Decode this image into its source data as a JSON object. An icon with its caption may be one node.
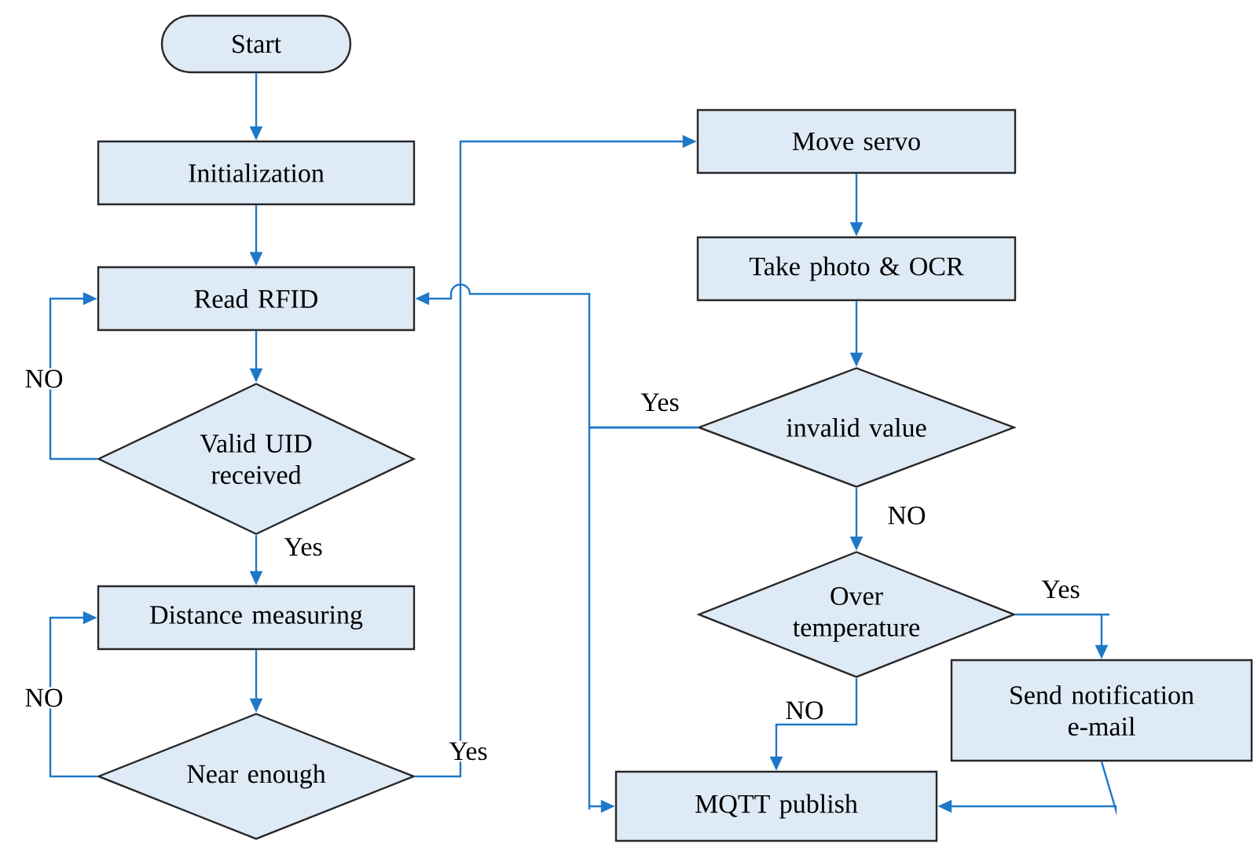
{
  "diagram": {
    "nodes": [
      {
        "text": [
          "Start"
        ]
      },
      {
        "text": [
          "Initialization"
        ]
      },
      {
        "text": [
          "Read RFID"
        ]
      },
      {
        "text": [
          "Valid UID received"
        ]
      },
      {
        "text": [
          "Distance measuring"
        ]
      },
      {
        "text": [
          "Near enough"
        ]
      },
      {
        "text": [
          "Move servo"
        ]
      },
      {
        "text": [
          "Take photo & OCR"
        ]
      },
      {
        "text": [
          "invalid value"
        ]
      },
      {
        "text": [
          "Over temperature"
        ]
      },
      {
        "text": [
          "Send notification e-mail"
        ]
      },
      {
        "text": [
          "MQTT publish"
        ]
      }
    ],
    "edges": [
      {
        "from": 0,
        "to": 1,
        "arrow": "to"
      },
      {
        "from": 1,
        "to": 2,
        "arrow": "to"
      },
      {
        "from": 2,
        "to": 3,
        "arrow": "to"
      },
      {
        "from": 3,
        "to": 2,
        "arrow": "to",
        "label": "NO"
      },
      {
        "from": 3,
        "to": 4,
        "arrow": "to",
        "label": "Yes"
      },
      {
        "from": 4,
        "to": 5,
        "arrow": "to"
      },
      {
        "from": 5,
        "to": 4,
        "arrow": "to",
        "label": "NO"
      },
      {
        "from": 5,
        "to": 6,
        "arrow": "to",
        "label": "Yes"
      },
      {
        "from": 6,
        "to": 7,
        "arrow": "to"
      },
      {
        "from": 7,
        "to": 8,
        "arrow": "to"
      },
      {
        "from": 8,
        "to": 2,
        "arrow": "to",
        "label": "Yes"
      },
      {
        "from": 8,
        "to": 11,
        "arrow": "to"
      },
      {
        "from": 8,
        "to": 9,
        "arrow": "to",
        "label": "NO"
      },
      {
        "from": 9,
        "to": 10,
        "arrow": "to",
        "label": "Yes"
      },
      {
        "from": 9,
        "to": 11,
        "arrow": "to",
        "label": "NO"
      },
      {
        "from": 10,
        "to": 11,
        "arrow": "to"
      }
    ]
  }
}
